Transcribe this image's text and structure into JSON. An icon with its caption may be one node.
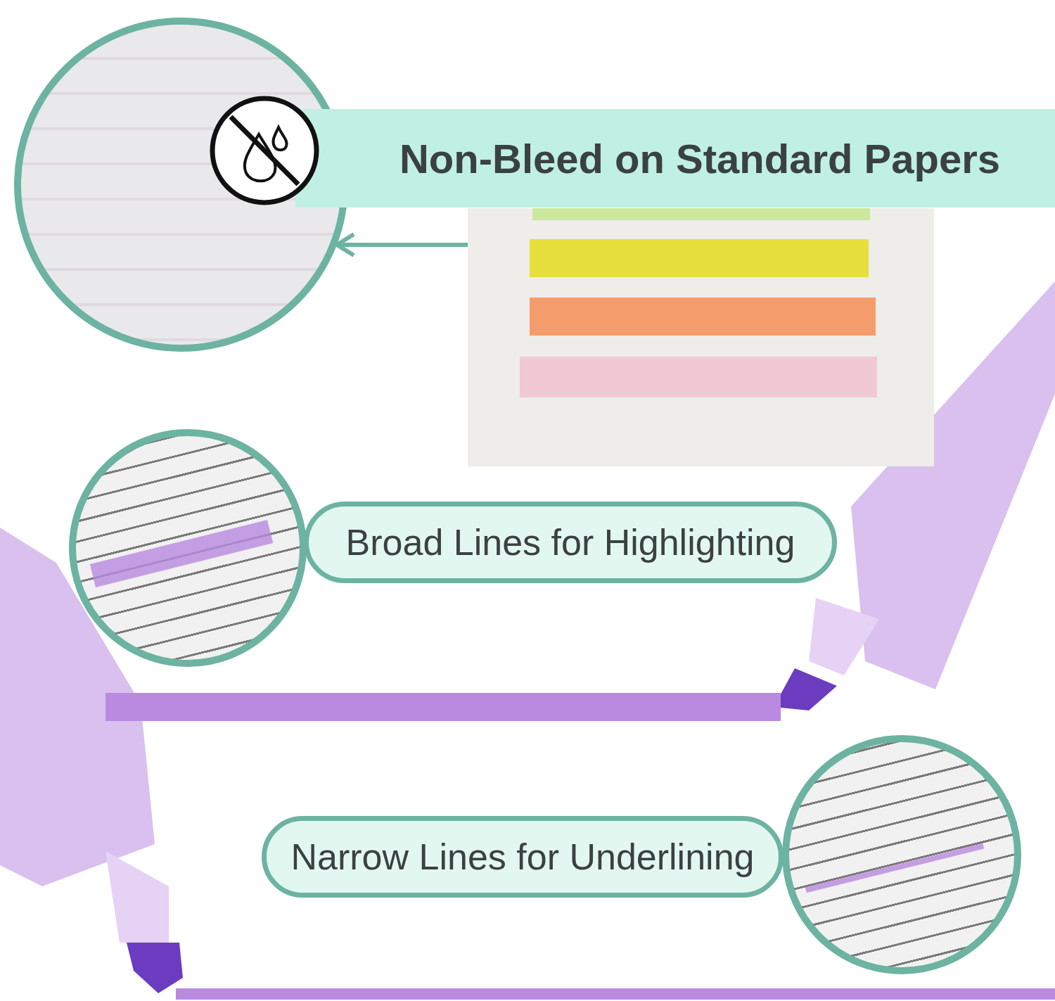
{
  "diagram": {
    "nodes": [
      {
        "text": [],
        "shape": "picture"
      },
      {
        "text": [
          "Non-Bleed on Standard Papers"
        ]
      },
      {
        "text": [],
        "shape": "picture"
      },
      {
        "text": [],
        "shape": "picture"
      },
      {
        "text": [
          "Broad Lines for Highlighting"
        ]
      },
      {
        "text": [],
        "shape": "picture"
      },
      {
        "text": [
          "Narrow Lines for Underlining"
        ]
      }
    ],
    "edges": [
      {
        "from": 2,
        "to": 0,
        "arrow": "to"
      }
    ]
  }
}
